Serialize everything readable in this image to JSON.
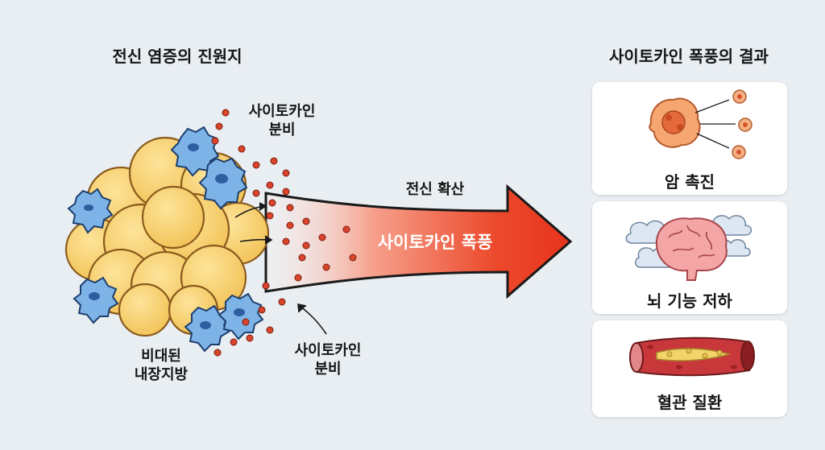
{
  "left": {
    "title": "전신 염증의 진원지",
    "fat_label_line1": "비대된",
    "fat_label_line2": "내장지방",
    "secretion_top_line1": "사이토카인",
    "secretion_top_line2": "분비",
    "secretion_bottom_line1": "사이토카인",
    "secretion_bottom_line2": "분비"
  },
  "arrow": {
    "caption": "전신 확산",
    "label": "사이토카인 폭풍"
  },
  "right": {
    "title": "사이토카인 폭풍의 결과",
    "cards": [
      {
        "label": "암 촉진",
        "icon": "tumor-icon"
      },
      {
        "label": "뇌 기능 저하",
        "icon": "brain-icon"
      },
      {
        "label": "혈관 질환",
        "icon": "blood-vessel-icon"
      }
    ]
  },
  "colors": {
    "background": "#e9eef2",
    "fat_cell": "#f6cf6a",
    "immune_cell": "#6fa8dc",
    "cytokine": "#d9442b",
    "arrow_start": "#fde8e4",
    "arrow_end": "#e8341c"
  }
}
